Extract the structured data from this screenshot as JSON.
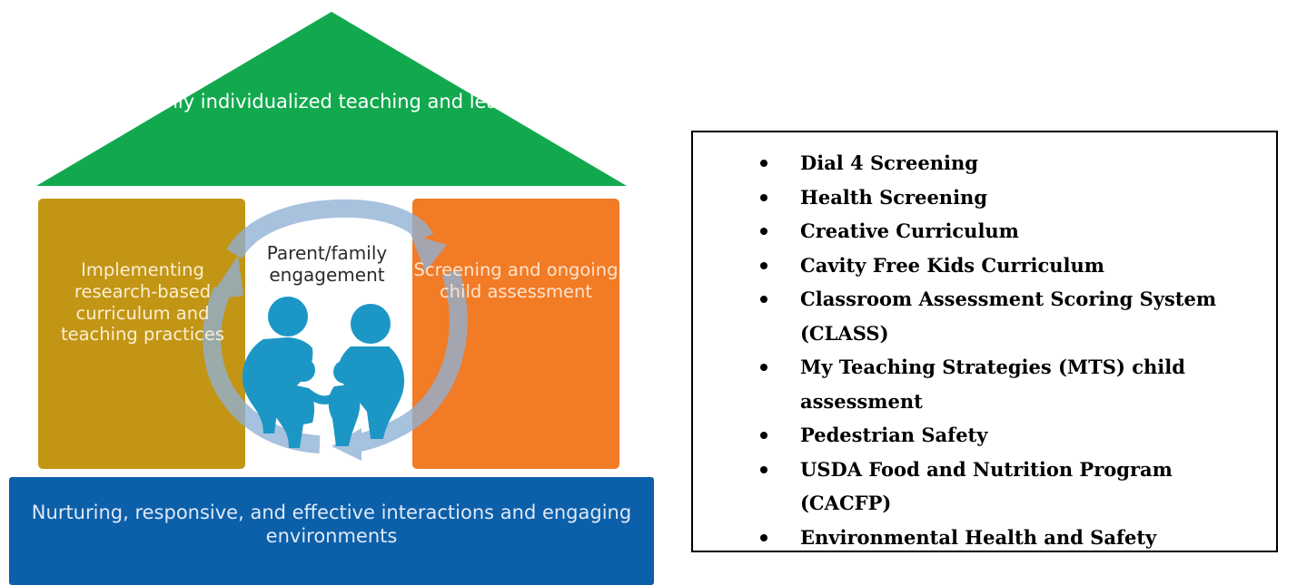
{
  "diagram": {
    "roof_text": "Highly individualized teaching and learning",
    "left_pillar_text": "Implementing research-based curriculum and teaching practices",
    "right_pillar_text": "Screening and ongoing child assessment",
    "center_text": "Parent/family engagement",
    "base_text": "Nurturing, responsive, and effective interactions and engaging environments",
    "colors": {
      "roof": "#12a94e",
      "left_pillar": "#c29515",
      "right_pillar": "#f27b25",
      "base": "#0c5fa9",
      "family_figures": "#1c97c5",
      "cycle_arrows": "#8fb1d5"
    }
  },
  "programs": {
    "items": [
      "Dial 4 Screening",
      "Health Screening",
      "Creative Curriculum",
      "Cavity Free Kids Curriculum",
      "Classroom Assessment Scoring System (CLASS)",
      "My Teaching Strategies (MTS) child assessment",
      "Pedestrian Safety",
      "USDA Food and Nutrition Program (CACFP)",
      "Environmental Health and Safety"
    ]
  }
}
